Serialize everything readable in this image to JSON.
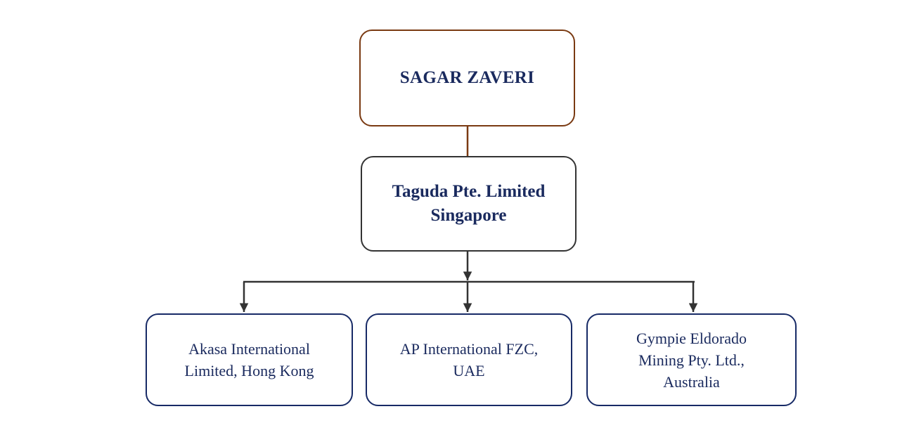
{
  "diagram": {
    "root": {
      "label": "SAGAR ZAVERI"
    },
    "parent": {
      "line1": "Taguda Pte. Limited",
      "line2": "Singapore"
    },
    "children": [
      {
        "line1": "Akasa International",
        "line2": "Limited, Hong Kong",
        "line3": ""
      },
      {
        "line1": "AP International FZC,",
        "line2": "UAE",
        "line3": ""
      },
      {
        "line1": "Gympie Eldorado",
        "line2": "Mining Pty. Ltd.,",
        "line3": "Australia"
      }
    ]
  },
  "colors": {
    "root_border": "#7a3a12",
    "parent_border": "#333333",
    "child_border": "#172a66",
    "text": "#1a2a5e",
    "connector": "#333333"
  }
}
